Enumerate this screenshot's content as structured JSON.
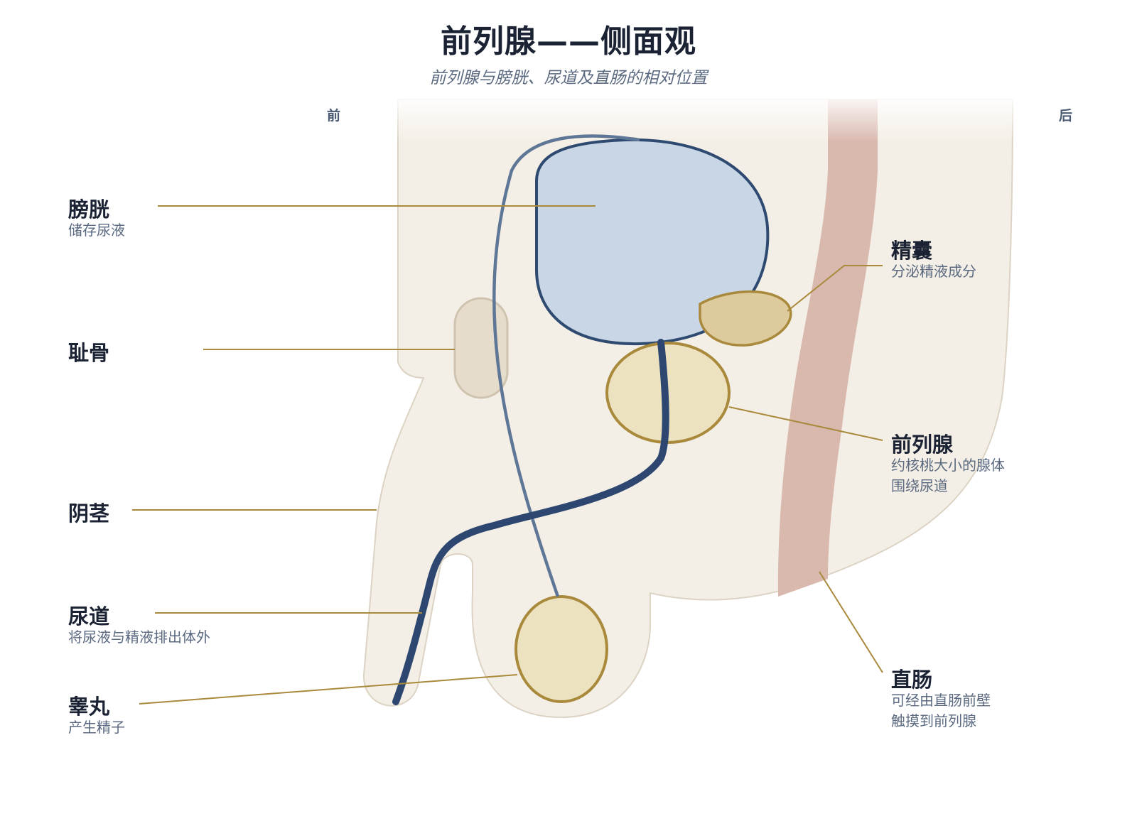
{
  "title": "前列腺——侧面观",
  "subtitle": "前列腺与膀胱、尿道及直肠的相对位置",
  "directions": {
    "front": "前",
    "back": "后"
  },
  "labels": {
    "bladder": {
      "name": "膀胱",
      "desc": "储存尿液"
    },
    "pubic_bone": {
      "name": "耻骨"
    },
    "penis": {
      "name": "阴茎"
    },
    "urethra": {
      "name": "尿道",
      "desc": "将尿液与精液排出体外"
    },
    "testis": {
      "name": "睾丸",
      "desc": "产生精子"
    },
    "seminal_vesicle": {
      "name": "精囊",
      "desc": "分泌精液成分"
    },
    "prostate": {
      "name": "前列腺",
      "desc_line1": "约核桃大小的腺体",
      "desc_line2": "围绕尿道"
    },
    "rectum": {
      "name": "直肠",
      "desc_line1": "可经由直肠前壁",
      "desc_line2": "触摸到前列腺"
    }
  },
  "colors": {
    "body_fill": "#f4efe6",
    "body_stroke": "#dcd3c4",
    "bladder_fill": "#c8d6e5",
    "bladder_stroke": "#2f4a70",
    "gland_fill": "#ede2bf",
    "gland_stroke": "#a98a3c",
    "vesicle_fill": "#ddcb9d",
    "bone_fill": "#e6dccc",
    "bone_stroke": "#cfc3b0",
    "rectum_fill": "#d9b9ae",
    "urethra": "#2d4770",
    "vas": "#5f7797",
    "leader": "#a98a3c",
    "text_dark": "#1a2233",
    "text_muted": "#5b6a80"
  }
}
